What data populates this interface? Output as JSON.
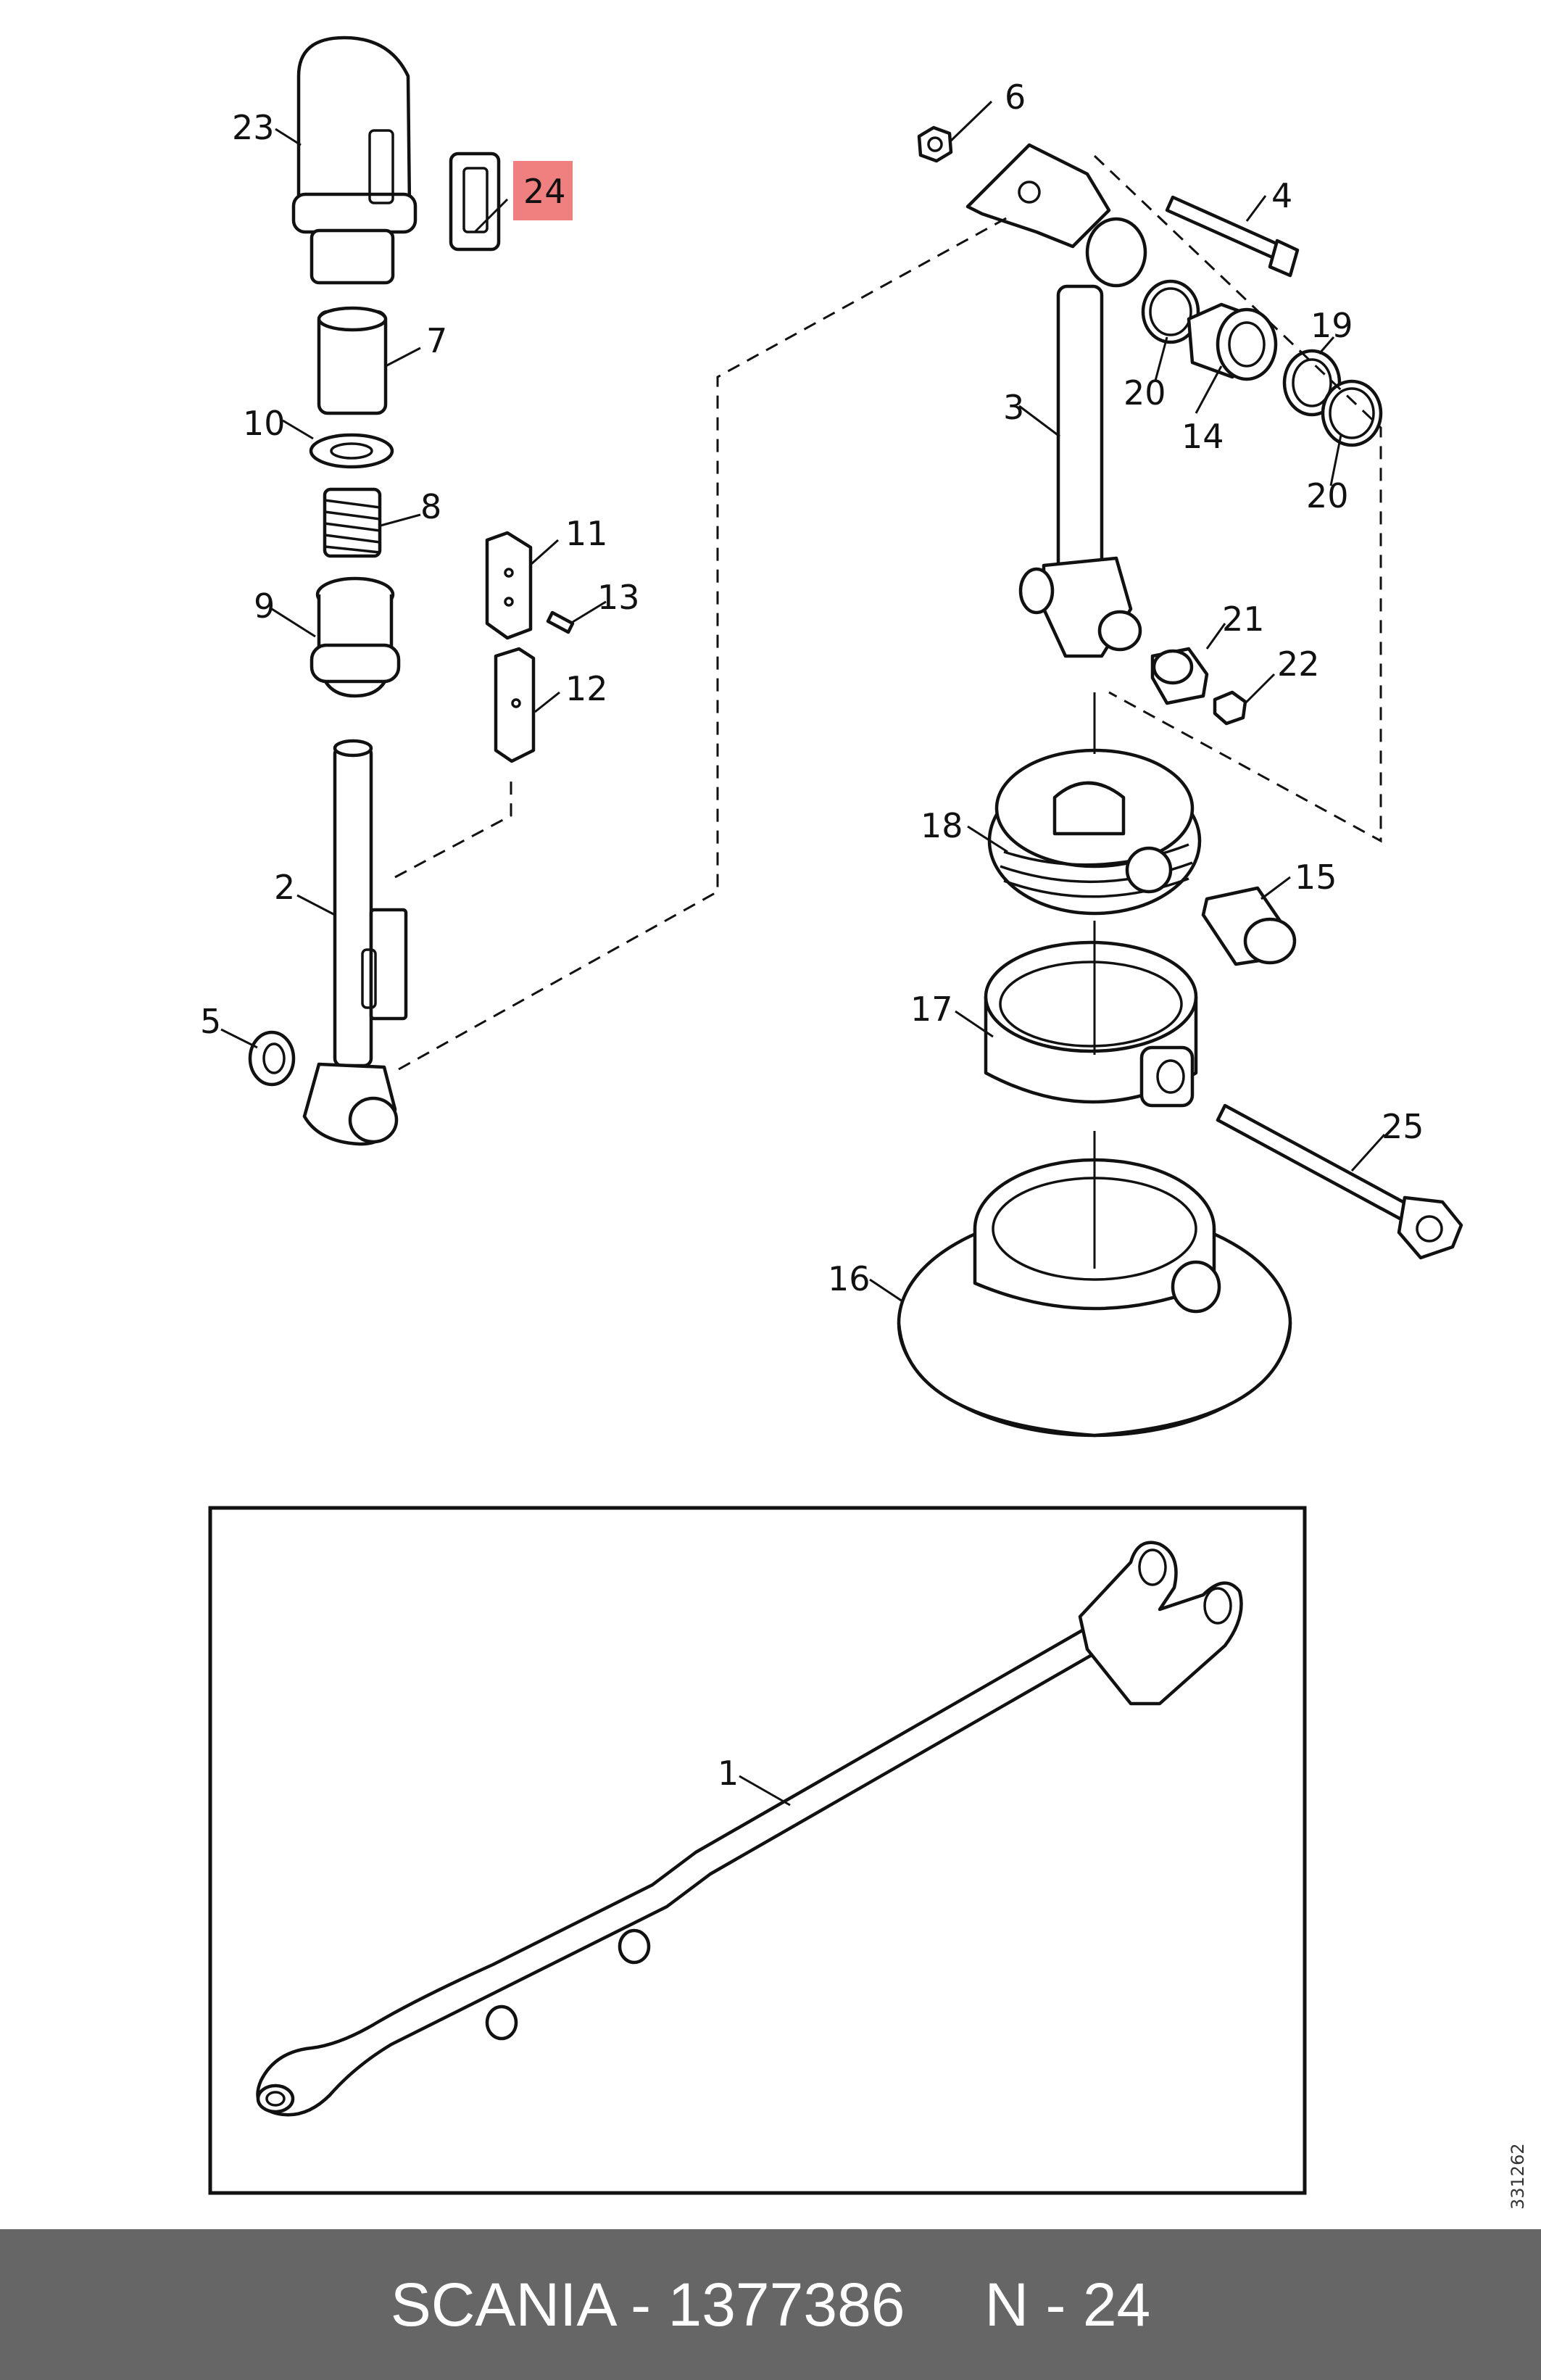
{
  "diagram": {
    "callouts": {
      "p1": "1",
      "p2": "2",
      "p3": "3",
      "p4": "4",
      "p5": "5",
      "p6": "6",
      "p7": "7",
      "p8": "8",
      "p9": "9",
      "p10": "10",
      "p11": "11",
      "p12": "12",
      "p13": "13",
      "p14": "14",
      "p15": "15",
      "p16": "16",
      "p17": "17",
      "p18": "18",
      "p19": "19",
      "p20a": "20",
      "p20b": "20",
      "p21": "21",
      "p22": "22",
      "p23": "23",
      "p24": "24",
      "p25": "25"
    },
    "highlighted_callout": "24",
    "highlight_color": "#f08080",
    "drawing_id": "331262"
  },
  "footer": {
    "brand_part": "SCANIA - 1377386",
    "position": "N - 24",
    "background_color": "#666666"
  }
}
